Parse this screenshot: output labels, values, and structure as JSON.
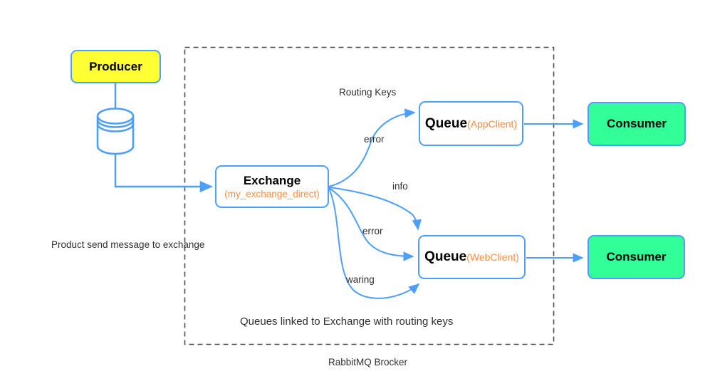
{
  "diagram": {
    "nodes": {
      "producer": {
        "label": "Producer"
      },
      "exchange": {
        "title": "Exchange",
        "subtitle": "(my_exchange_direct)"
      },
      "queue_app": {
        "title": "Queue",
        "annotation": "(AppClient)"
      },
      "queue_web": {
        "title": "Queue",
        "annotation": "(WebClient)"
      },
      "consumer_app": {
        "label": "Consumer"
      },
      "consumer_web": {
        "label": "Consumer"
      }
    },
    "edge_labels": {
      "routing_keys_title": "Routing Keys",
      "error_to_app_queue": "error",
      "info_to_web_queue": "info",
      "error_to_web_queue": "error",
      "warning_to_web_queue": "waring"
    },
    "captions": {
      "producer_note": "Product send message to exchange",
      "queues_note": "Queues linked to Exchange with routing keys",
      "broker": "RabbitMQ Brocker"
    },
    "icons": {
      "database": "database-cylinder-icon"
    },
    "colors": {
      "line_blue": "#4d9fff",
      "producer_yellow": "#ffff33",
      "consumer_green": "#33ff99",
      "annotation_orange": "#ff8c3c",
      "boundary_gray": "#4d4d4d"
    }
  }
}
